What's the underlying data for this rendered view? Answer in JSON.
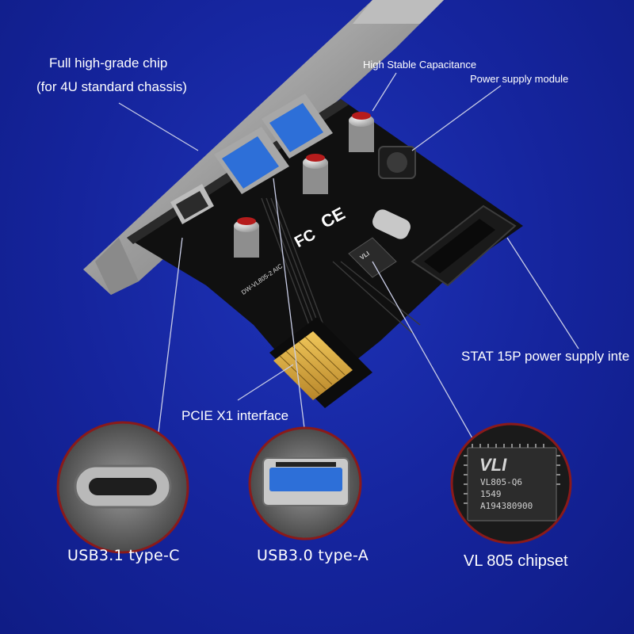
{
  "labels": {
    "chip_line1": "Full high-grade chip",
    "chip_line2": "(for 4U standard chassis)",
    "capacitance": "High Stable Capacitance",
    "power_module": "Power supply module",
    "stat_power": "STAT 15P power supply inte",
    "pcie": "PCIE X1 interface",
    "usb_c": "USB3.1 type-C",
    "usb_a": "USB3.0 type-A",
    "vl_chipset": "VL 805 chipset"
  },
  "board_marks": {
    "ce": "CE",
    "fc": "FC",
    "model": "DW-VL805-2 AIC",
    "chip_logo": "VLI"
  },
  "chip_zoom": {
    "logo": "VLI",
    "part": "VL805-Q6",
    "lot1": "1549",
    "lot2": "A194380900"
  },
  "colors": {
    "background": "#14239a",
    "pcb": "#111111",
    "label_text": "#ffffff",
    "leader_line": "#c9cde6",
    "usb3_blue": "#2d6fd8",
    "gold_contacts": "#d9a93a",
    "circle_border": "#8a1a1a"
  }
}
